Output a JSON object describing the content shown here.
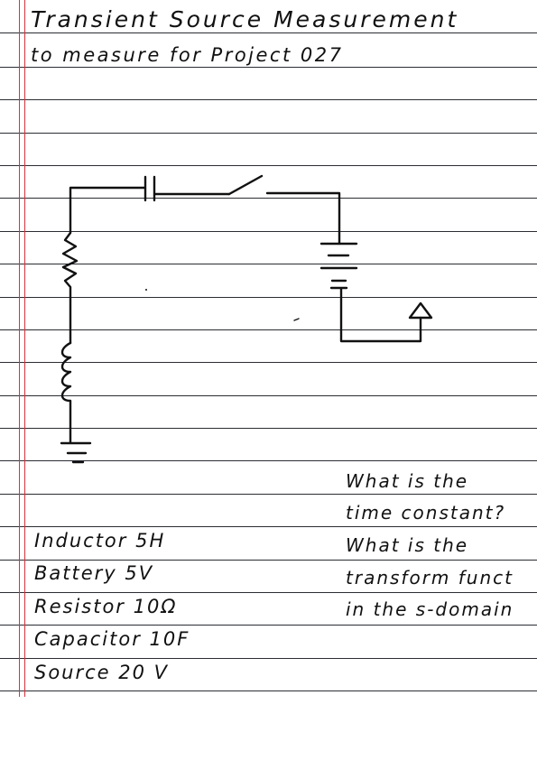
{
  "page": {
    "title_line_1": "Transient Source Measurement",
    "title_line_2": "to measure for Project 027"
  },
  "circuit": {
    "components": [
      "capacitor-icon",
      "switch-icon",
      "battery-icon",
      "source-arrow-icon",
      "resistor-icon",
      "inductor-icon",
      "ground-icon"
    ]
  },
  "components_list": [
    {
      "text": "Inductor 5H"
    },
    {
      "text": "Battery 5V"
    },
    {
      "text": "Resistor 10Ω"
    },
    {
      "text": "Capacitor 10F"
    },
    {
      "text": "Source 20 V"
    }
  ],
  "questions": [
    "What is the",
    "time constant?",
    "What is the",
    "transform funct",
    "in the s-domain"
  ],
  "colors": {
    "paper": "#ffffff",
    "rule_lines": "#2b2d33",
    "margin_lines": "#d6323c",
    "ink": "#111111"
  }
}
